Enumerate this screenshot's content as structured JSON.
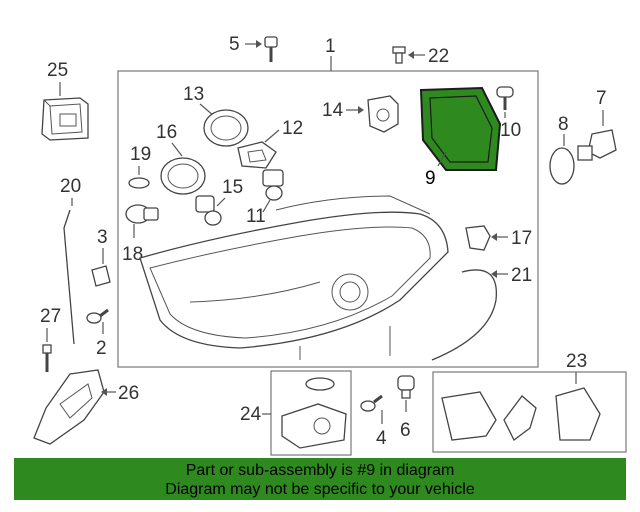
{
  "callouts": {
    "c1": "1",
    "c2": "2",
    "c3": "3",
    "c4": "4",
    "c5": "5",
    "c6": "6",
    "c7": "7",
    "c8": "8",
    "c9": "9",
    "c10": "10",
    "c11": "11",
    "c12": "12",
    "c13": "13",
    "c14": "14",
    "c15": "15",
    "c16": "16",
    "c17": "17",
    "c18": "18",
    "c19": "19",
    "c20": "20",
    "c21": "21",
    "c22": "22",
    "c23": "23",
    "c24": "24",
    "c25": "25",
    "c26": "26",
    "c27": "27"
  },
  "highlighted_part": "9",
  "highlight_color": "#2e8a1f",
  "banner": {
    "line1": "Part or sub-assembly is #9 in diagram",
    "line2": "Diagram may not be specific to your vehicle",
    "color": "#2e8a1f"
  }
}
